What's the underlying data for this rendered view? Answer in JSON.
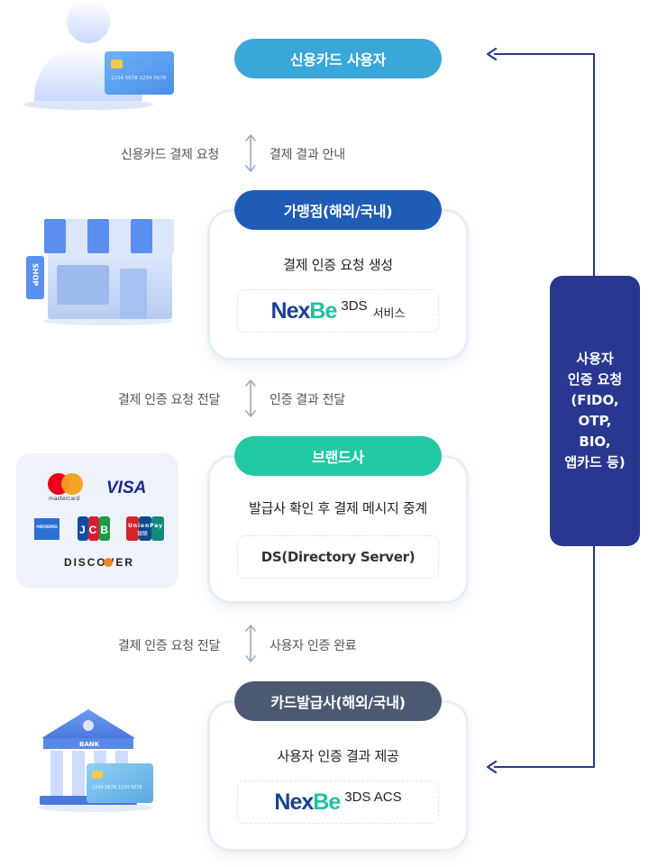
{
  "nodes": {
    "user": {
      "label": "신용카드 사용자"
    },
    "merchant": {
      "label": "가맹점(해외/국내)",
      "description": "결제 인증 요청 생성",
      "logo": {
        "part1": "Nex",
        "part2": "Be",
        "superscript": "3DS",
        "suffix": "서비스"
      }
    },
    "brand": {
      "label": "브랜드사",
      "description": "발급사 확인 후 결제 메시지 중계",
      "box_text": "DS(Directory Server)"
    },
    "issuer": {
      "label": "카드발급사(해외/국내)",
      "description": "사용자 인증 결과 제공",
      "logo": {
        "part1": "Nex",
        "part2": "Be",
        "superscript": "3DS ACS"
      }
    }
  },
  "flows": [
    {
      "left": "신용카드 결제 요청",
      "right": "결제 결과 안내"
    },
    {
      "left": "결제 인증 요청 전달",
      "right": "인증 결과 전달"
    },
    {
      "left": "결제 인증 요청 전달",
      "right": "사용자 인증 완료"
    }
  ],
  "side_panel": {
    "lines": [
      "사용자",
      "인증 요청",
      "(FIDO,",
      "OTP,",
      "BIO,",
      "앱카드 등)"
    ]
  },
  "illustrations": {
    "card_number": "1234 5678 1234 5678",
    "shop_sign": "SHOP",
    "bank_sign": "BANK",
    "brand_logos": [
      "mastercard",
      "VISA",
      "AMERICAN EXPRESS",
      "JCB",
      "UnionPay",
      "银联",
      "DISCOVER"
    ]
  },
  "colors": {
    "user_pill": "#3aa7d9",
    "merchant_pill": "#1f5cb5",
    "brand_pill": "#22c9a4",
    "issuer_pill": "#4b5a72",
    "side_panel": "#2a3790"
  }
}
